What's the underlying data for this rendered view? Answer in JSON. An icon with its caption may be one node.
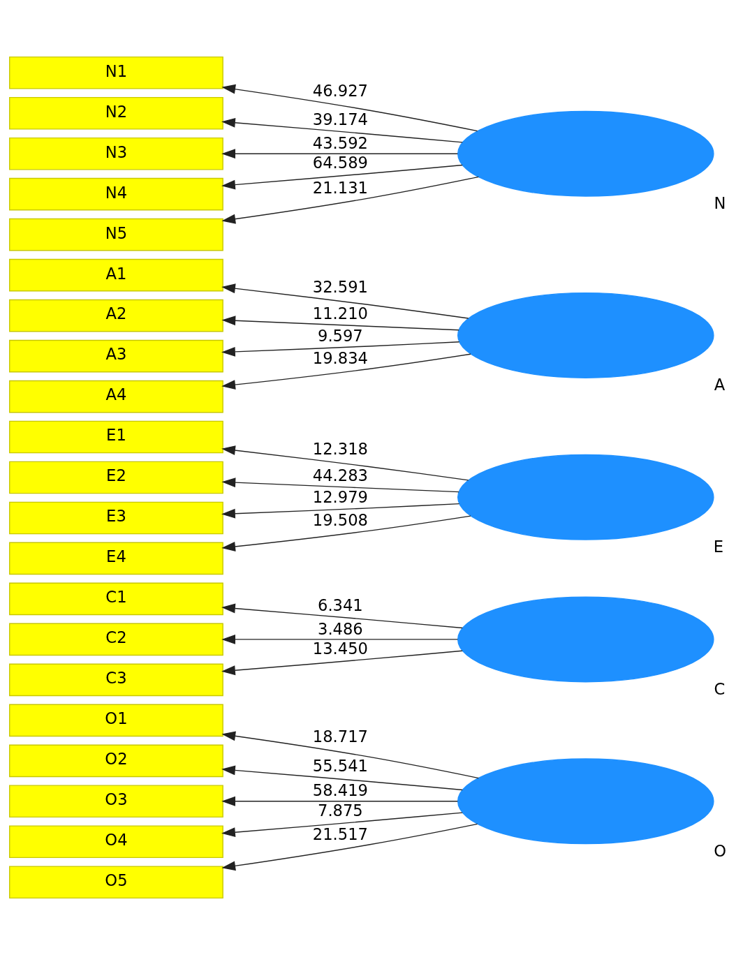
{
  "diagram": {
    "nodes": [
      {
        "text": [
          "O1"
        ]
      },
      {
        "text": [
          "O2"
        ]
      },
      {
        "text": [
          "O3"
        ]
      },
      {
        "text": [
          "O4"
        ]
      },
      {
        "text": [
          "O5"
        ]
      },
      {
        "text": [
          "O"
        ]
      },
      {
        "text": [
          "C1"
        ]
      },
      {
        "text": [
          "C2"
        ]
      },
      {
        "text": [
          "C3"
        ]
      },
      {
        "text": [
          "C"
        ]
      },
      {
        "text": [
          "E1"
        ]
      },
      {
        "text": [
          "E2"
        ]
      },
      {
        "text": [
          "E3"
        ]
      },
      {
        "text": [
          "E4"
        ]
      },
      {
        "text": [
          "E"
        ]
      },
      {
        "text": [
          "A1"
        ]
      },
      {
        "text": [
          "A2"
        ]
      },
      {
        "text": [
          "A3"
        ]
      },
      {
        "text": [
          "A4"
        ]
      },
      {
        "text": [
          "A"
        ]
      },
      {
        "text": [
          "N1"
        ]
      },
      {
        "text": [
          "N2"
        ]
      },
      {
        "text": [
          "N3"
        ]
      },
      {
        "text": [
          "N4"
        ]
      },
      {
        "text": [
          "N5"
        ]
      },
      {
        "text": [
          "N"
        ]
      }
    ],
    "edges": [
      {
        "from": 5,
        "to": 0,
        "arrow": "to",
        "label": "18.717"
      },
      {
        "from": 5,
        "to": 1,
        "arrow": "to",
        "label": "55.541"
      },
      {
        "from": 5,
        "to": 2,
        "arrow": "to",
        "label": "58.419"
      },
      {
        "from": 5,
        "to": 3,
        "arrow": "to",
        "label": "7.875"
      },
      {
        "from": 5,
        "to": 4,
        "arrow": "to",
        "label": "21.517"
      },
      {
        "from": 9,
        "to": 6,
        "arrow": "to",
        "label": "6.341"
      },
      {
        "from": 9,
        "to": 7,
        "arrow": "to",
        "label": "3.486"
      },
      {
        "from": 9,
        "to": 8,
        "arrow": "to",
        "label": "13.450"
      },
      {
        "from": 14,
        "to": 10,
        "arrow": "to",
        "label": "12.318"
      },
      {
        "from": 14,
        "to": 11,
        "arrow": "to",
        "label": "44.283"
      },
      {
        "from": 14,
        "to": 12,
        "arrow": "to",
        "label": "12.979"
      },
      {
        "from": 14,
        "to": 13,
        "arrow": "to",
        "label": "19.508"
      },
      {
        "from": 19,
        "to": 15,
        "arrow": "to",
        "label": "32.591"
      },
      {
        "from": 19,
        "to": 16,
        "arrow": "to",
        "label": "11.210"
      },
      {
        "from": 19,
        "to": 17,
        "arrow": "to",
        "label": "9.597"
      },
      {
        "from": 19,
        "to": 18,
        "arrow": "to",
        "label": "19.834"
      },
      {
        "from": 25,
        "to": 20,
        "arrow": "to",
        "label": "46.927"
      },
      {
        "from": 25,
        "to": 21,
        "arrow": "to",
        "label": "39.174"
      },
      {
        "from": 25,
        "to": 22,
        "arrow": "to",
        "label": "43.592"
      },
      {
        "from": 25,
        "to": 23,
        "arrow": "to",
        "label": "64.589"
      },
      {
        "from": 25,
        "to": 24,
        "arrow": "to",
        "label": "21.131"
      }
    ]
  }
}
